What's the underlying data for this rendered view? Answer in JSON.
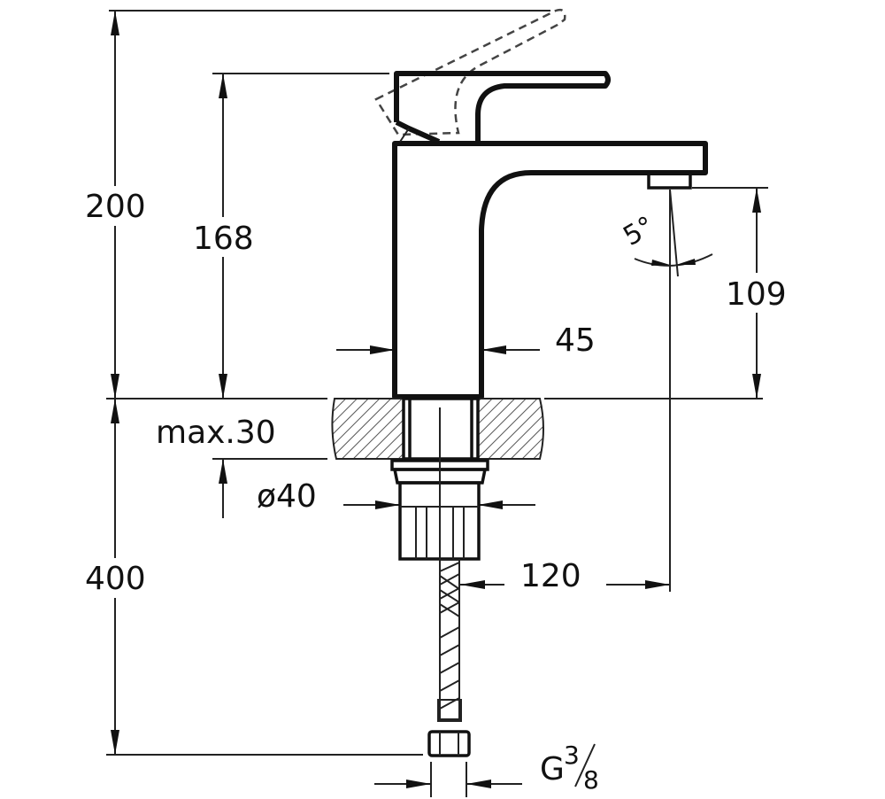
{
  "drawing": {
    "dimensions": {
      "total_height": "200",
      "body_height": "168",
      "body_width": "45",
      "spout_angle": "5°",
      "spout_height": "109",
      "max_counter_thickness": "max.30",
      "hole_diameter": "ø40",
      "spout_reach": "120",
      "hose_length": "400",
      "connection_thread": "G",
      "thread_numerator": "3",
      "thread_denominator": "8"
    },
    "colors": {
      "line": "#111111",
      "background": "#ffffff"
    }
  }
}
